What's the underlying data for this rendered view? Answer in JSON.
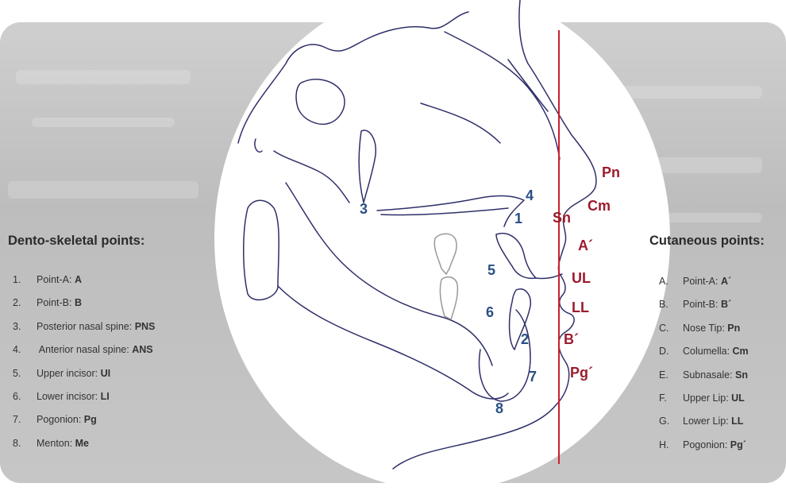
{
  "colors": {
    "skeletal": "#2a4f86",
    "cutaneous": "#9b1c2e",
    "reference_line": "#cc1f2d",
    "tracing": "#2f2f6a"
  },
  "dento_skeletal": {
    "heading": "Dento-skeletal points:",
    "items": [
      {
        "marker": "1.",
        "label": "Point-A: ",
        "abbr": "A"
      },
      {
        "marker": "2.",
        "label": "Point-B: ",
        "abbr": "B"
      },
      {
        "marker": "3.",
        "label": "Posterior nasal spine: ",
        "abbr": "PNS"
      },
      {
        "marker": "4.",
        "label": " Anterior nasal spine: ",
        "abbr": "ANS"
      },
      {
        "marker": "5.",
        "label": "Upper incisor: ",
        "abbr": "UI"
      },
      {
        "marker": "6.",
        "label": "Lower incisor: ",
        "abbr": "LI"
      },
      {
        "marker": "7.",
        "label": "Pogonion: ",
        "abbr": "Pg"
      },
      {
        "marker": "8.",
        "label": "Menton: ",
        "abbr": "Me"
      }
    ]
  },
  "cutaneous": {
    "heading": "Cutaneous points:",
    "items": [
      {
        "marker": "A.",
        "label": "Point-A: ",
        "abbr": "A´"
      },
      {
        "marker": "B.",
        "label": "Point-B: ",
        "abbr": "B´"
      },
      {
        "marker": "C.",
        "label": "Nose Tip: ",
        "abbr": "Pn"
      },
      {
        "marker": "D.",
        "label": "Columella: ",
        "abbr": "Cm"
      },
      {
        "marker": "E.",
        "label": "Subnasale: ",
        "abbr": "Sn"
      },
      {
        "marker": "F.",
        "label": "Upper Lip: ",
        "abbr": "UL"
      },
      {
        "marker": "G.",
        "label": "Lower Lip: ",
        "abbr": "LL"
      },
      {
        "marker": "H.",
        "label": "Pogonion: ",
        "abbr": "Pg´"
      }
    ]
  },
  "diagram_labels": {
    "skeletal": [
      "1",
      "2",
      "3",
      "4",
      "5",
      "6",
      "7",
      "8"
    ],
    "cutaneous": [
      "Pn",
      "Cm",
      "Sn",
      "A´",
      "UL",
      "LL",
      "B´",
      "Pg´"
    ]
  }
}
